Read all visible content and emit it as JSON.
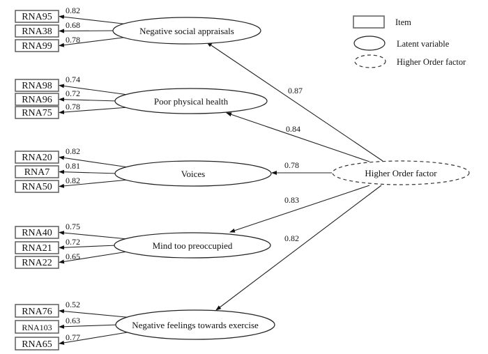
{
  "legend": {
    "item_label": "Item",
    "latent_label": "Latent variable",
    "higher_order_label": "Higher Order factor"
  },
  "higher_order_factor": {
    "label": "Higher Order factor"
  },
  "factors": [
    {
      "label": "Negative social appraisals",
      "loading": "0.87",
      "items": [
        {
          "label": "RNA95",
          "loading": "0.82"
        },
        {
          "label": "RNA38",
          "loading": "0.68"
        },
        {
          "label": "RNA99",
          "loading": "0.78"
        }
      ]
    },
    {
      "label": "Poor physical health",
      "loading": "0.84",
      "items": [
        {
          "label": "RNA98",
          "loading": "0.74"
        },
        {
          "label": "RNA96",
          "loading": "0.72"
        },
        {
          "label": "RNA75",
          "loading": "0.78"
        }
      ]
    },
    {
      "label": "Voices",
      "loading": "0.78",
      "items": [
        {
          "label": "RNA20",
          "loading": "0.82"
        },
        {
          "label": "RNA7",
          "loading": "0.81"
        },
        {
          "label": "RNA50",
          "loading": "0.82"
        }
      ]
    },
    {
      "label": "Mind too preoccupied",
      "loading": "0.83",
      "items": [
        {
          "label": "RNA40",
          "loading": "0.75"
        },
        {
          "label": "RNA21",
          "loading": "0.72"
        },
        {
          "label": "RNA22",
          "loading": "0.65"
        }
      ]
    },
    {
      "label": "Negative feelings towards exercise",
      "loading": "0.82",
      "items": [
        {
          "label": "RNA76",
          "loading": "0.52"
        },
        {
          "label": "RNA103",
          "loading": "0.63"
        },
        {
          "label": "RNA65",
          "loading": "0.77"
        }
      ]
    }
  ]
}
